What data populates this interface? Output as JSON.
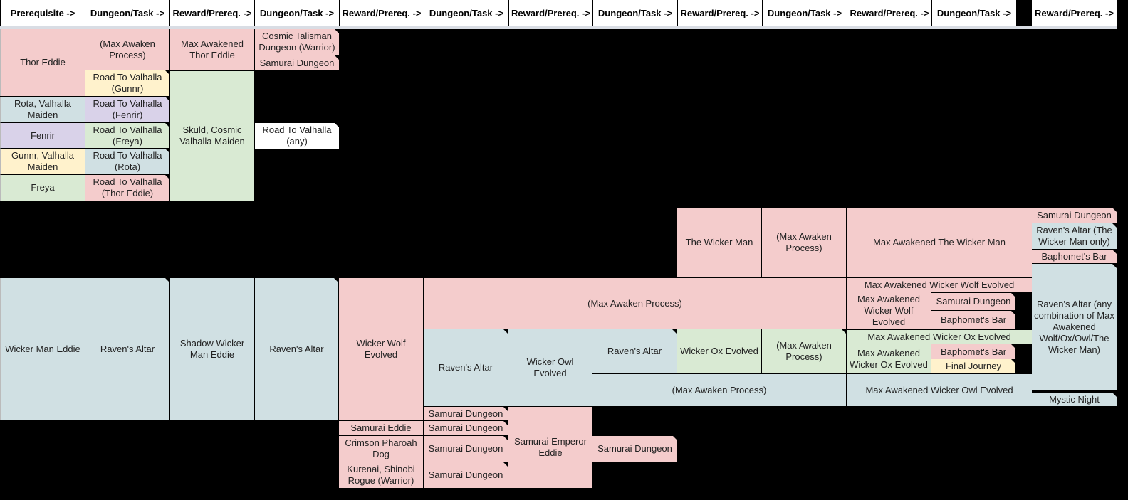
{
  "headers": [
    "Prerequisite ->",
    "Dungeon/Task ->",
    "Reward/Prereq. ->",
    "Dungeon/Task ->",
    "Reward/Prereq. ->",
    "Dungeon/Task ->",
    "Reward/Prereq. ->",
    "Dungeon/Task ->",
    "Reward/Prereq. ->",
    "Dungeon/Task ->",
    "Reward/Prereq. ->",
    "Dungeon/Task ->",
    "Reward/Prereq. ->"
  ],
  "colors": {
    "pink": "#f4cccc",
    "blue": "#d0e0e3",
    "green": "#d9ead3",
    "yellow": "#fff2cc",
    "purple": "#d9d2e9",
    "white": "#ffffff",
    "background": "#000000"
  },
  "thor_section": {
    "thor_eddie": "Thor Eddie",
    "max_awaken_process": "(Max Awaken Process)",
    "max_awakened_thor_eddie": "Max Awakened Thor Eddie",
    "cosmic_talisman_dungeon": "Cosmic Talisman Dungeon (Warrior)",
    "samurai_dungeon": "Samurai Dungeon",
    "rtv_gunnr": "Road To Valhalla (Gunnr)",
    "rota": "Rota, Valhalla Maiden",
    "rtv_fenrir": "Road To Valhalla (Fenrir)",
    "fenrir": "Fenrir",
    "rtv_freya": "Road To Valhalla (Freya)",
    "gunnr": "Gunnr, Valhalla Maiden",
    "rtv_rota": "Road To Valhalla (Rota)",
    "freya": "Freya",
    "rtv_thor": "Road To Valhalla (Thor Eddie)",
    "skuld": "Skuld, Cosmic Valhalla Maiden",
    "rtv_any": "Road To Valhalla (any)"
  },
  "wicker_man_section": {
    "the_wicker_man": "The Wicker Man",
    "max_awaken_process": "(Max Awaken Process)",
    "max_awakened_wicker_man": "Max Awakened The Wicker Man",
    "samurai_dungeon": "Samurai Dungeon",
    "ravens_altar_wicker_only": "Raven's Altar (The Wicker Man only)",
    "baphomets_bar": "Baphomet's Bar",
    "ravens_altar_any": "Raven's Altar (any combination of Max Awakened Wolf/Ox/Owl/The Wicker Man)",
    "mystic_night": "Mystic Night"
  },
  "wicker_eddie_section": {
    "wicker_man_eddie": "Wicker Man Eddie",
    "ravens_altar_1": "Raven's Altar",
    "shadow_wicker_man_eddie": "Shadow Wicker Man Eddie",
    "ravens_altar_2": "Raven's Altar",
    "wicker_wolf_evolved": "Wicker Wolf Evolved",
    "wolf_max_awaken_process": "(Max Awaken Process)",
    "max_awakened_wicker_wolf_header": "Max Awakened Wicker Wolf Evolved",
    "max_awakened_wicker_wolf": "Max Awakened Wicker Wolf Evolved",
    "wolf_samurai_dungeon": "Samurai Dungeon",
    "wolf_baphomets_bar": "Baphomet's Bar",
    "ravens_altar_3": "Raven's Altar",
    "wicker_owl_evolved": "Wicker Owl Evolved",
    "ravens_altar_4": "Raven's Altar",
    "wicker_ox_evolved": "Wicker Ox Evolved",
    "ox_max_awaken_process": "(Max Awaken Process)",
    "max_awakened_wicker_ox_header": "Max Awakened Wicker Ox Evolved",
    "max_awakened_wicker_ox": "Max Awakened Wicker Ox Evolved",
    "ox_baphomets_bar": "Baphomet's Bar",
    "ox_final_journey": "Final Journey",
    "owl_max_awaken_process": "(Max Awaken Process)",
    "max_awakened_wicker_owl": "Max Awakened Wicker Owl Evolved"
  },
  "samurai_section": {
    "samurai_dungeon_1": "Samurai Dungeon",
    "samurai_eddie": "Samurai Eddie",
    "samurai_dungeon_2": "Samurai Dungeon",
    "crimson_pharoah_dog": "Crimson Pharoah Dog",
    "samurai_dungeon_3": "Samurai Dungeon",
    "kurenai": "Kurenai, Shinobi Rogue (Warrior)",
    "samurai_dungeon_4": "Samurai Dungeon",
    "samurai_emperor_eddie": "Samurai Emperor Eddie",
    "samurai_dungeon_5": "Samurai Dungeon"
  }
}
